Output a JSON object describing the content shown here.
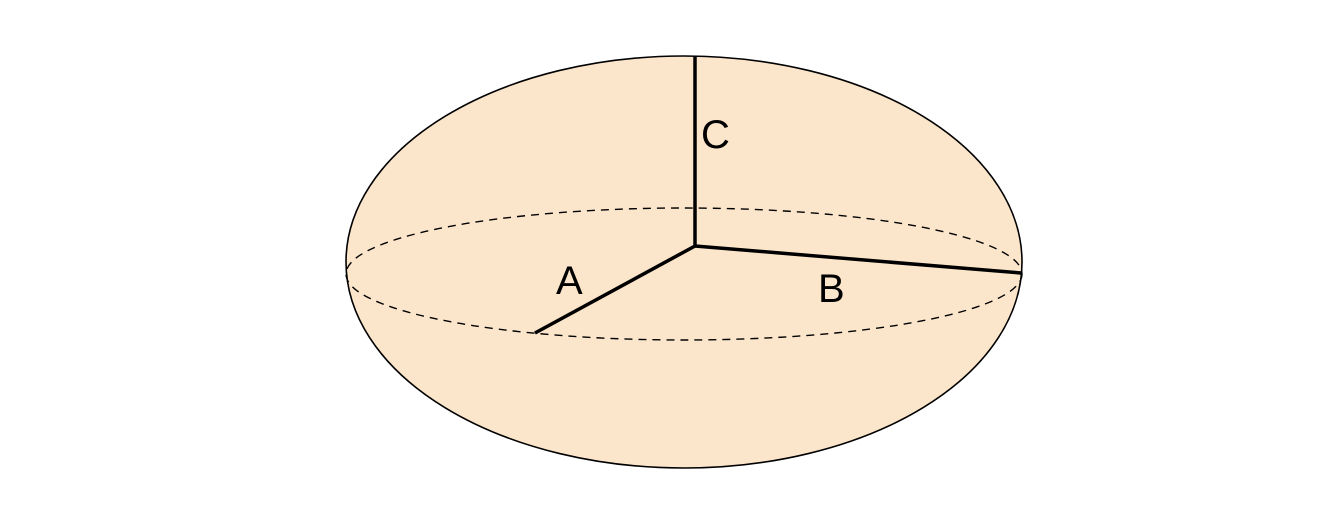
{
  "diagram": {
    "type": "ellipsoid-semi-axes",
    "fill_color": "#fce6cb",
    "outline_color": "#000000",
    "equator_style": "dashed",
    "axes": [
      {
        "id": "a",
        "label": "A"
      },
      {
        "id": "b",
        "label": "B"
      },
      {
        "id": "c",
        "label": "C"
      }
    ]
  }
}
